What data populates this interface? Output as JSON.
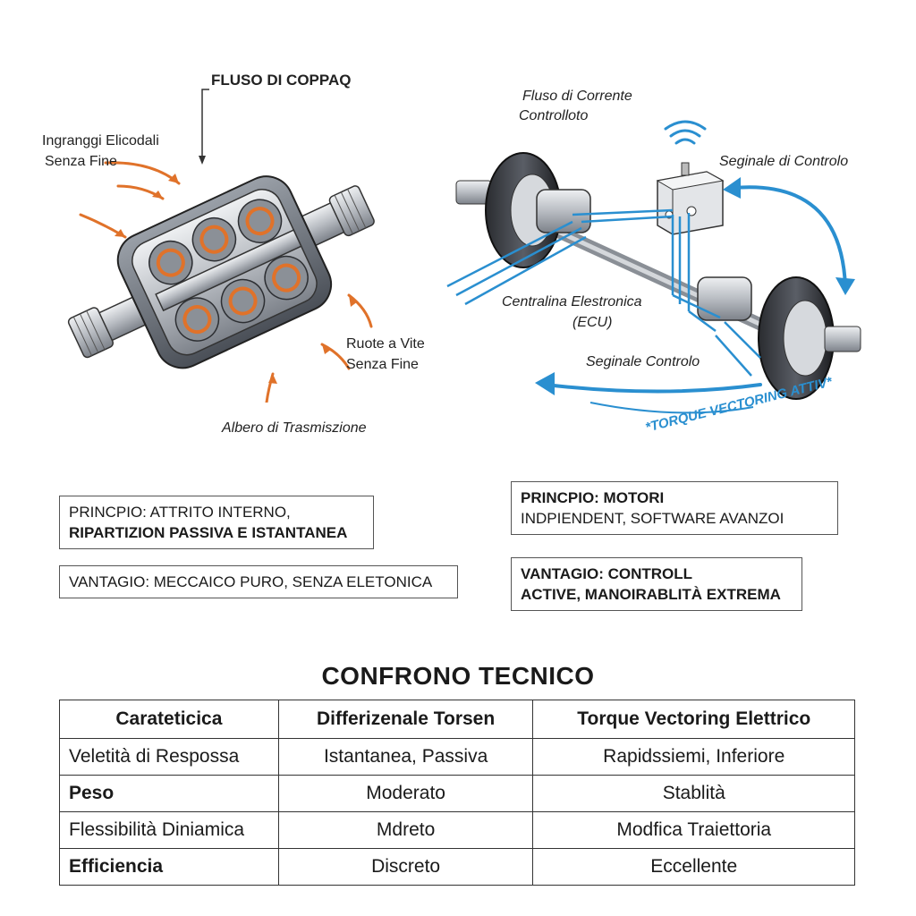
{
  "left_diagram": {
    "title": "FLUSO DI COPPAQ",
    "label_gears_line1": "Ingranggi Elicodali",
    "label_gears_line2": "Senza Fine",
    "label_worm_line1": "Ruote a Vite",
    "label_worm_line2": "Senza Fine",
    "label_shaft": "Albero di Trasmiszione"
  },
  "right_diagram": {
    "label_current_line1": "Fluso di Corrente",
    "label_current_line2": "Controlloto",
    "label_signal_top": "Seginale di Controlo",
    "label_ecu_line1": "Centralina Elestronica",
    "label_ecu_line2": "(ECU)",
    "label_signal_bottom": "Seginale Controlo",
    "label_torque_vectoring": "*TORQUE VECTORING ATTIV*"
  },
  "boxes": {
    "left_principle_line1": "PRINCPIO: ATTRITO INTERNO,",
    "left_principle_line2": "RIPARTIZION PASSIVA E ISTANTANEA",
    "left_advantage": "VANTAGIO: MECCAICO PURO, SENZA ELETONICA",
    "right_principle_line1": "PRINCPIO: MOTORI",
    "right_principle_line2": "INDPIENDENT, SOFTWARE AVANZOI",
    "right_advantage_line1": "VANTAGIO: CONTROLL",
    "right_advantage_line2": "ACTIVE, MANOIRABLITÀ EXTREMA"
  },
  "comparison": {
    "title": "CONFRONO TECNICO",
    "headers": [
      "Carateticica",
      "Differizenale Torsen",
      "Torque Vectoring Elettrico"
    ],
    "rows": [
      [
        "Veletità di Respossa",
        "Istantanea, Passiva",
        "Rapidssiemi, Inferiore"
      ],
      [
        "Peso",
        "Moderato",
        "Stablità"
      ],
      [
        "Flessibilità Diniamica",
        "Mdreto",
        "Modfica Traiettoria"
      ],
      [
        "Efficiencia",
        "Discreto",
        "Eccellente"
      ]
    ]
  },
  "colors": {
    "accent_orange": "#e0722a",
    "accent_blue": "#2a8fd0",
    "metal_dark": "#4a4f57",
    "metal_light": "#c9ccd1"
  }
}
